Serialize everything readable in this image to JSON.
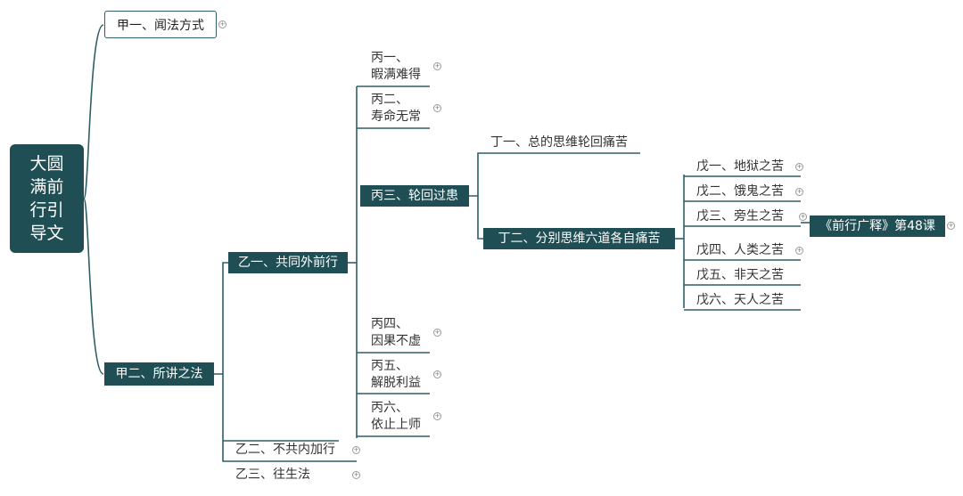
{
  "root": {
    "label": "大圆满前行引导文"
  },
  "jia1": {
    "label": "甲一、闻法方式"
  },
  "jia2": {
    "label": "甲二、所讲之法"
  },
  "yi1": {
    "label": "乙一、共同外前行"
  },
  "yi2": {
    "label": "乙二、不共内加行"
  },
  "yi3": {
    "label": "乙三、往生法"
  },
  "bing1": {
    "line1": "丙一、",
    "line2": "暇满难得"
  },
  "bing2": {
    "line1": "丙二、",
    "line2": "寿命无常"
  },
  "bing3": {
    "label": "丙三、轮回过患"
  },
  "bing4": {
    "line1": "丙四、",
    "line2": "因果不虚"
  },
  "bing5": {
    "line1": "丙五、",
    "line2": "解脱利益"
  },
  "bing6": {
    "line1": "丙六、",
    "line2": "依止上师"
  },
  "ding1": {
    "label": "丁一、总的思维轮回痛苦"
  },
  "ding2": {
    "label": "丁二、分别思维六道各自痛苦"
  },
  "wu": [
    {
      "label": "戊一、地狱之苦"
    },
    {
      "label": "戊二、饿鬼之苦"
    },
    {
      "label": "戊三、旁生之苦"
    },
    {
      "label": "戊四、人类之苦"
    },
    {
      "label": "戊五、非天之苦"
    },
    {
      "label": "戊六、天人之苦"
    }
  ],
  "callout": {
    "label": "《前行广释》第48课"
  },
  "expand_symbol": "+",
  "colors": {
    "node_dark": "#1f4e55",
    "line": "#2f5f66"
  }
}
